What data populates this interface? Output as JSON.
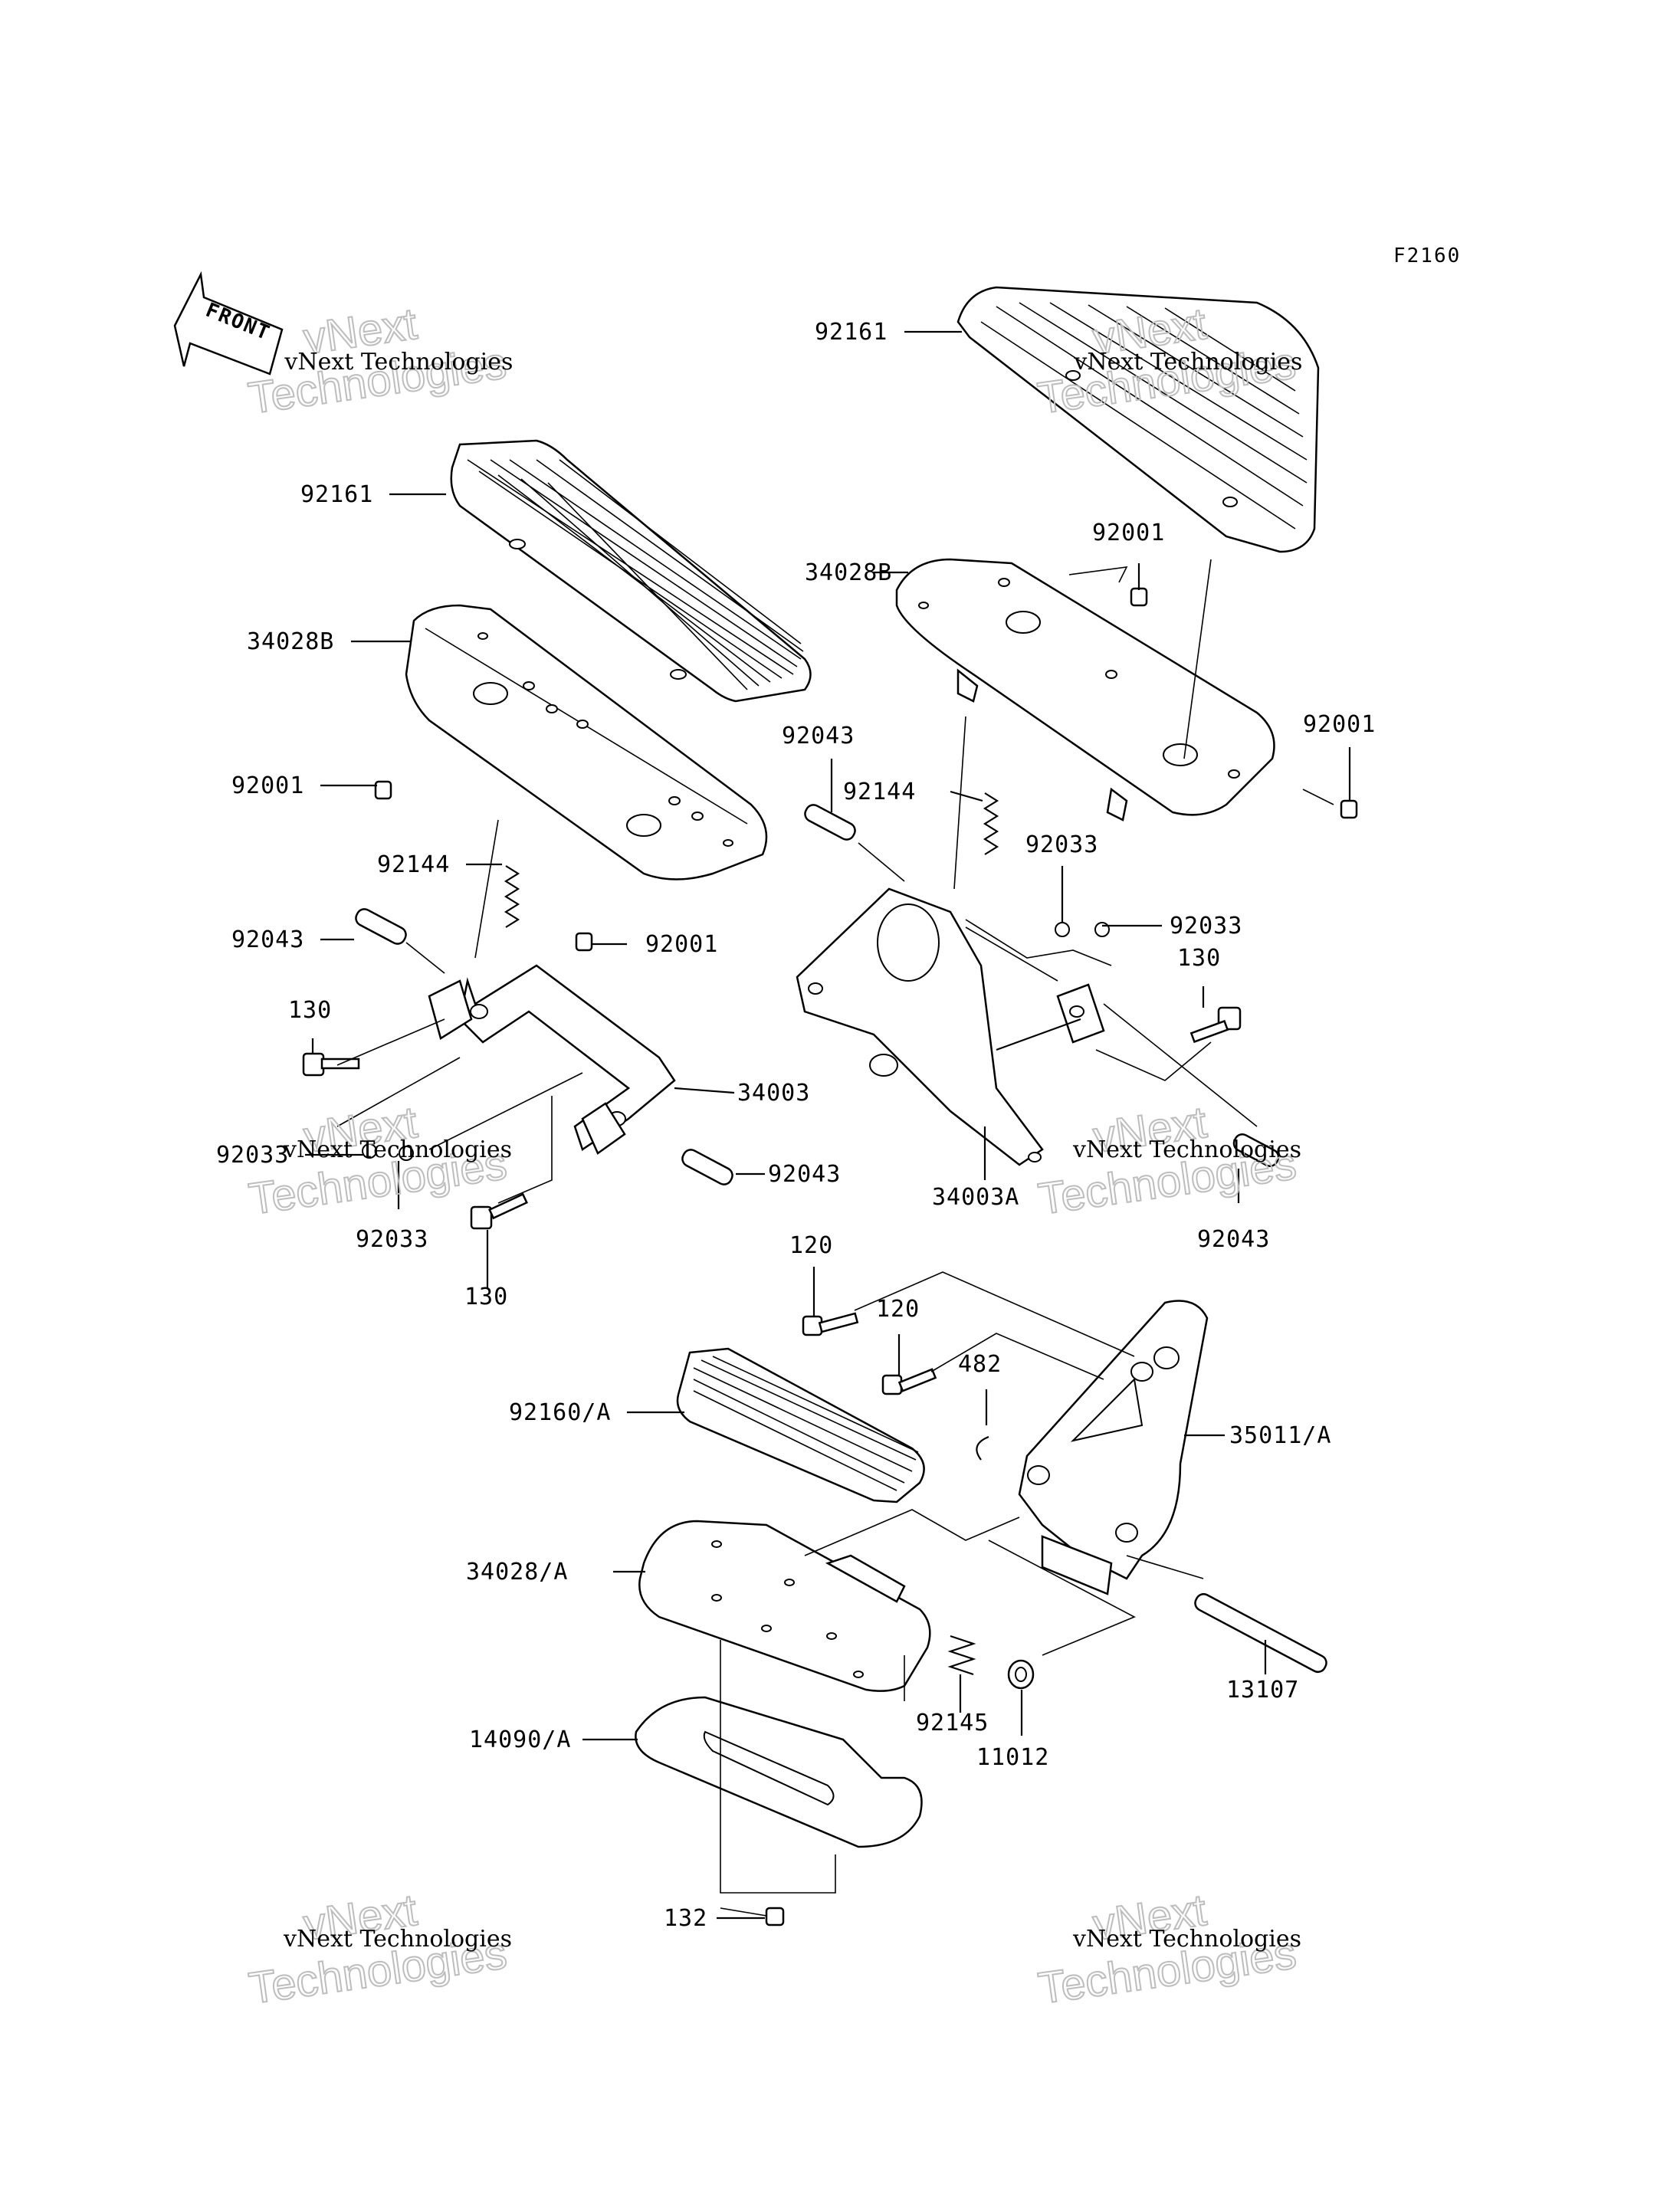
{
  "figure_code": "F2160",
  "direction_marker": "FRONT",
  "watermark": {
    "small": "vNext Technologies",
    "big_line1": "vNext",
    "big_line2": "Technologies"
  },
  "parts": {
    "p92161_top": "92161",
    "p92161_left": "92161",
    "p34028B_left": "34028B",
    "p34028B_right": "34028B",
    "p92001_a": "92001",
    "p92001_b": "92001",
    "p92001_c": "92001",
    "p92001_d": "92001",
    "p92043_a": "92043",
    "p92043_b": "92043",
    "p92043_c": "92043",
    "p92043_d": "92043",
    "p92144_a": "92144",
    "p92144_b": "92144",
    "p92033_a": "92033",
    "p92033_b": "92033",
    "p92033_c": "92033",
    "p92033_d": "92033",
    "p130_a": "130",
    "p130_b": "130",
    "p130_c": "130",
    "p34003": "34003",
    "p34003A": "34003A",
    "p120_a": "120",
    "p120_b": "120",
    "p482": "482",
    "p92160A": "92160/A",
    "p35011A": "35011/A",
    "p34028A": "34028/A",
    "p92145": "92145",
    "p11012": "11012",
    "p13107": "13107",
    "p14090A": "14090/A",
    "p132": "132"
  }
}
